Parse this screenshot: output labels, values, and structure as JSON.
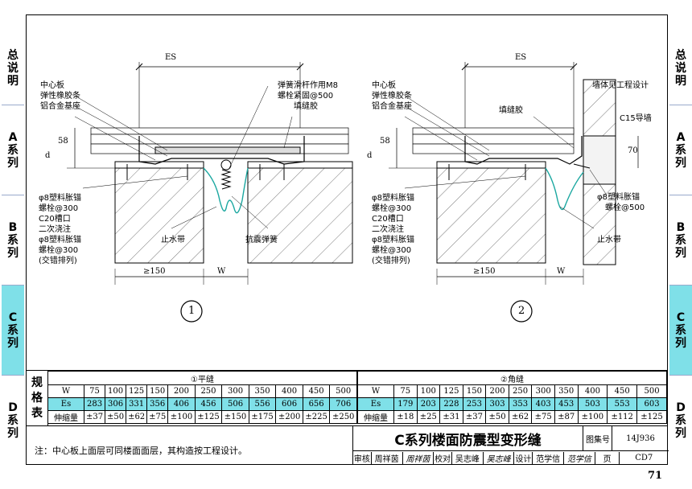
{
  "side_tabs": {
    "left": [
      {
        "label": "总说明",
        "lines": [
          "总",
          "说",
          "明"
        ],
        "highlight": false
      },
      {
        "label": "A系列",
        "lines": [
          "A",
          "系",
          "列"
        ],
        "highlight": false
      },
      {
        "label": "B系列",
        "lines": [
          "B",
          "系",
          "列"
        ],
        "highlight": false
      },
      {
        "label": "C系列",
        "lines": [
          "C",
          "系",
          "列"
        ],
        "highlight": true
      },
      {
        "label": "D系列",
        "lines": [
          "D",
          "系",
          "列"
        ],
        "highlight": false
      }
    ],
    "right": [
      {
        "label": "总说明",
        "lines": [
          "总",
          "说",
          "明"
        ],
        "highlight": false
      },
      {
        "label": "A系列",
        "lines": [
          "A",
          "系",
          "列"
        ],
        "highlight": false
      },
      {
        "label": "B系列",
        "lines": [
          "B",
          "系",
          "列"
        ],
        "highlight": false
      },
      {
        "label": "C系列",
        "lines": [
          "C",
          "系",
          "列"
        ],
        "highlight": true
      },
      {
        "label": "D系列",
        "lines": [
          "D",
          "系",
          "列"
        ],
        "highlight": false
      }
    ]
  },
  "detail1": {
    "number": "1",
    "es": "ES",
    "d": "d",
    "h58": "58",
    "w150": "≥150",
    "w": "W",
    "labels": {
      "center_plate": "中心板",
      "rubber_strip": "弹性橡胶条",
      "alu_base": "铝合金基座",
      "spring_rod": "弹簧滑杆作用M8",
      "bolt_fasten": "螺栓紧固@500",
      "sealant": "填缝胶",
      "anchor1": "φ8塑料胀锚",
      "anchor1b": "螺栓@300",
      "c20": "C20槽口",
      "second_pour": "二次浇注",
      "anchor2": "φ8塑料胀锚",
      "anchor2b": "螺栓@300",
      "anchor2c": "(交错排列)",
      "waterstop": "止水带",
      "seismic_spring": "抗震弹簧"
    }
  },
  "detail2": {
    "number": "2",
    "es": "ES",
    "d": "d",
    "h58": "58",
    "h70": "70",
    "w150": "≥150",
    "w": "W",
    "labels": {
      "center_plate": "中心板",
      "rubber_strip": "弹性橡胶条",
      "alu_base": "铝合金基座",
      "sealant": "填缝胶",
      "wall": "墙体见工程设计",
      "c15": "C15导墙",
      "anchor1": "φ8塑料胀锚",
      "anchor1b": "螺栓@300",
      "c20": "C20槽口",
      "second_pour": "二次浇注",
      "anchor2": "φ8塑料胀锚",
      "anchor2b": "螺栓@300",
      "anchor2c": "(交错排列)",
      "anchor_r": "φ8塑料胀锚",
      "anchor_rb": "螺栓@500",
      "waterstop": "止水带"
    }
  },
  "spec_table": {
    "side_label": [
      "规",
      "格",
      "表"
    ],
    "flat": {
      "title": "①平缝",
      "rows": [
        {
          "label": "W",
          "values": [
            "75",
            "100",
            "125",
            "150",
            "200",
            "250",
            "300",
            "350",
            "400",
            "450",
            "500"
          ]
        },
        {
          "label": "Es",
          "values": [
            "283",
            "306",
            "331",
            "356",
            "406",
            "456",
            "506",
            "556",
            "606",
            "656",
            "706"
          ]
        },
        {
          "label": "伸缩量",
          "values": [
            "±37",
            "±50",
            "±62",
            "±75",
            "±100",
            "±125",
            "±150",
            "±175",
            "±200",
            "±225",
            "±250"
          ]
        }
      ]
    },
    "corner": {
      "title": "②角缝",
      "rows": [
        {
          "label": "W",
          "values": [
            "75",
            "100",
            "125",
            "150",
            "200",
            "250",
            "300",
            "350",
            "400",
            "450",
            "500"
          ]
        },
        {
          "label": "Es",
          "values": [
            "179",
            "203",
            "228",
            "253",
            "303",
            "353",
            "403",
            "453",
            "503",
            "553",
            "603"
          ]
        },
        {
          "label": "伸缩量",
          "values": [
            "±18",
            "±25",
            "±31",
            "±37",
            "±50",
            "±62",
            "±75",
            "±87",
            "±100",
            "±112",
            "±125"
          ]
        }
      ]
    }
  },
  "note": "注：中心板上面层可同楼面面层，其构造按工程设计。",
  "title_block": {
    "title": "C系列楼面防震型变形缝",
    "atlas_label": "图集号",
    "atlas_no": "14J936",
    "review_label": "审核",
    "reviewer": "周祥茵",
    "reviewer_sig": "周祥茵",
    "check_label": "校对",
    "checker": "吴志峰",
    "checker_sig": "吴志峰",
    "design_label": "设计",
    "designer": "范学信",
    "designer_sig": "范学信",
    "page_label": "页",
    "page_code": "CD7"
  },
  "page_number": "71",
  "colors": {
    "highlight": "#7fe0e8",
    "waterstop": "#1aa7a0"
  }
}
